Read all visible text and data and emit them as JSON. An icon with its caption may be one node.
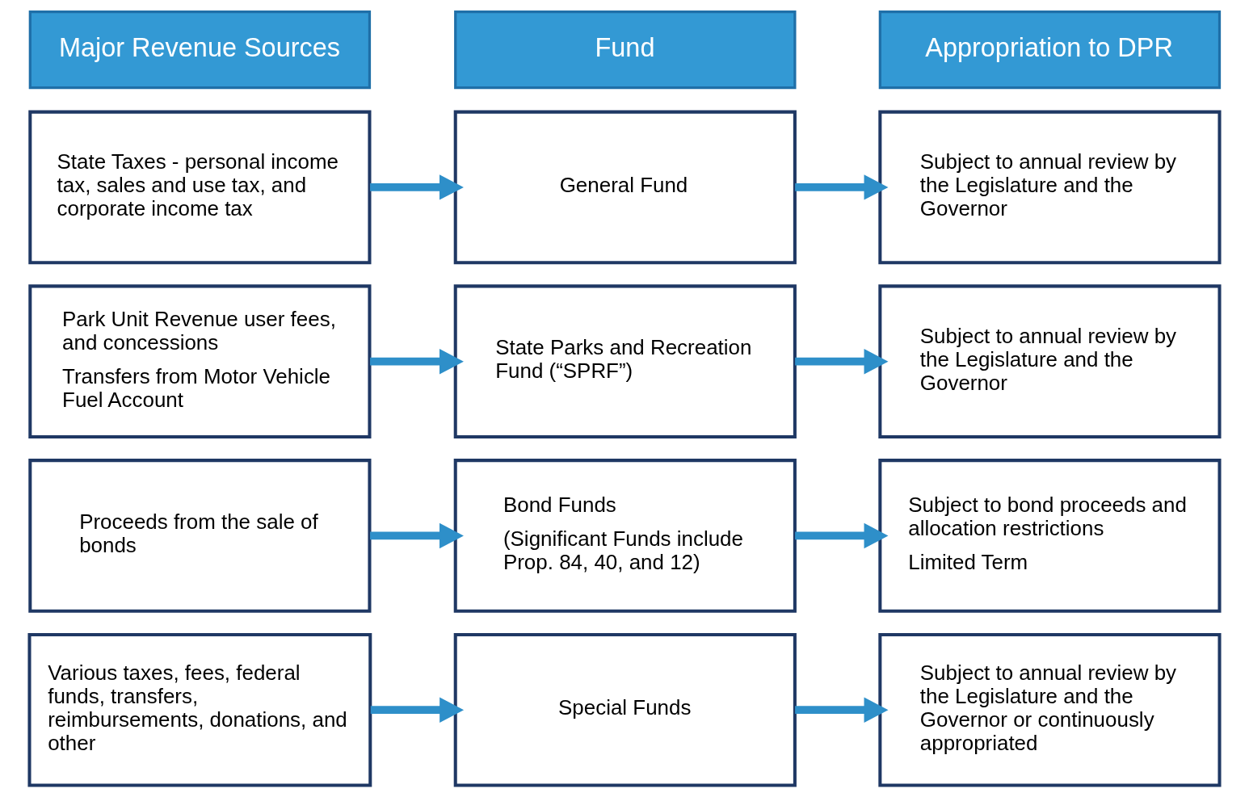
{
  "diagram": {
    "nodes": [
      {
        "text": [
          "Major Revenue Sources"
        ]
      },
      {
        "text": [
          "Fund"
        ]
      },
      {
        "text": [
          "Appropriation to DPR"
        ]
      },
      {
        "text": [
          "State Taxes - personal income tax, sales and use tax, and corporate income tax"
        ]
      },
      {
        "text": [
          "General Fund"
        ]
      },
      {
        "text": [
          "Subject to annual review by the Legislature and the Governor"
        ]
      },
      {
        "text": [
          "Park Unit Revenue user fees, and concessions",
          "Transfers from Motor Vehicle Fuel Account"
        ]
      },
      {
        "text": [
          "State Parks and Recreation Fund (“SPRF”)"
        ]
      },
      {
        "text": [
          "Subject to annual review by the Legislature and the Governor"
        ]
      },
      {
        "text": [
          "Proceeds from the sale of bonds"
        ]
      },
      {
        "text": [
          "Bond Funds",
          "(Significant Funds include Prop. 84, 40, and 12)"
        ]
      },
      {
        "text": [
          "Subject to bond proceeds and allocation restrictions",
          "Limited Term"
        ]
      },
      {
        "text": [
          "Various taxes, fees, federal funds, transfers, reimbursements, donations, and other"
        ]
      },
      {
        "text": [
          "Special Funds"
        ]
      },
      {
        "text": [
          "Subject to annual review by the Legislature and the Governor or continuously appropriated"
        ]
      }
    ],
    "edges": [
      {
        "from": 3,
        "to": 4,
        "arrow": "to"
      },
      {
        "from": 4,
        "to": 5,
        "arrow": "to"
      },
      {
        "from": 6,
        "to": 7,
        "arrow": "to"
      },
      {
        "from": 7,
        "to": 8,
        "arrow": "to"
      },
      {
        "from": 9,
        "to": 10,
        "arrow": "to"
      },
      {
        "from": 10,
        "to": 11,
        "arrow": "to"
      },
      {
        "from": 12,
        "to": 13,
        "arrow": "to"
      },
      {
        "from": 13,
        "to": 14,
        "arrow": "to"
      }
    ]
  }
}
